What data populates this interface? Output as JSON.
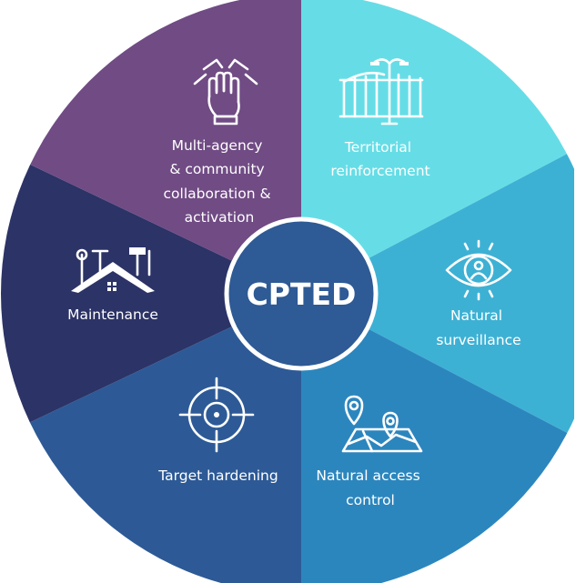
{
  "center": {
    "label": "CPTED",
    "color": "#2e5a95"
  },
  "segments": [
    {
      "key": "territorial",
      "lines": [
        "Territorial",
        "reinforcement"
      ],
      "icon": "fence-streetlight-icon",
      "color": "#66dde6"
    },
    {
      "key": "surveillance",
      "lines": [
        "Natural",
        "surveillance"
      ],
      "icon": "eye-icon",
      "color": "#3db1d4"
    },
    {
      "key": "access",
      "lines": [
        "Natural access",
        "control"
      ],
      "icon": "map-pin-icon",
      "color": "#2c86be"
    },
    {
      "key": "hardening",
      "lines": [
        "Target hardening"
      ],
      "icon": "crosshair-icon",
      "color": "#2d5a96"
    },
    {
      "key": "maintenance",
      "lines": [
        "Maintenance"
      ],
      "icon": "house-tools-icon",
      "color": "#2c3366"
    },
    {
      "key": "multiagency",
      "lines": [
        "Multi-agency",
        "& community",
        "collaboration &",
        "activation"
      ],
      "icon": "joined-hands-icon",
      "color": "#704b84"
    }
  ]
}
